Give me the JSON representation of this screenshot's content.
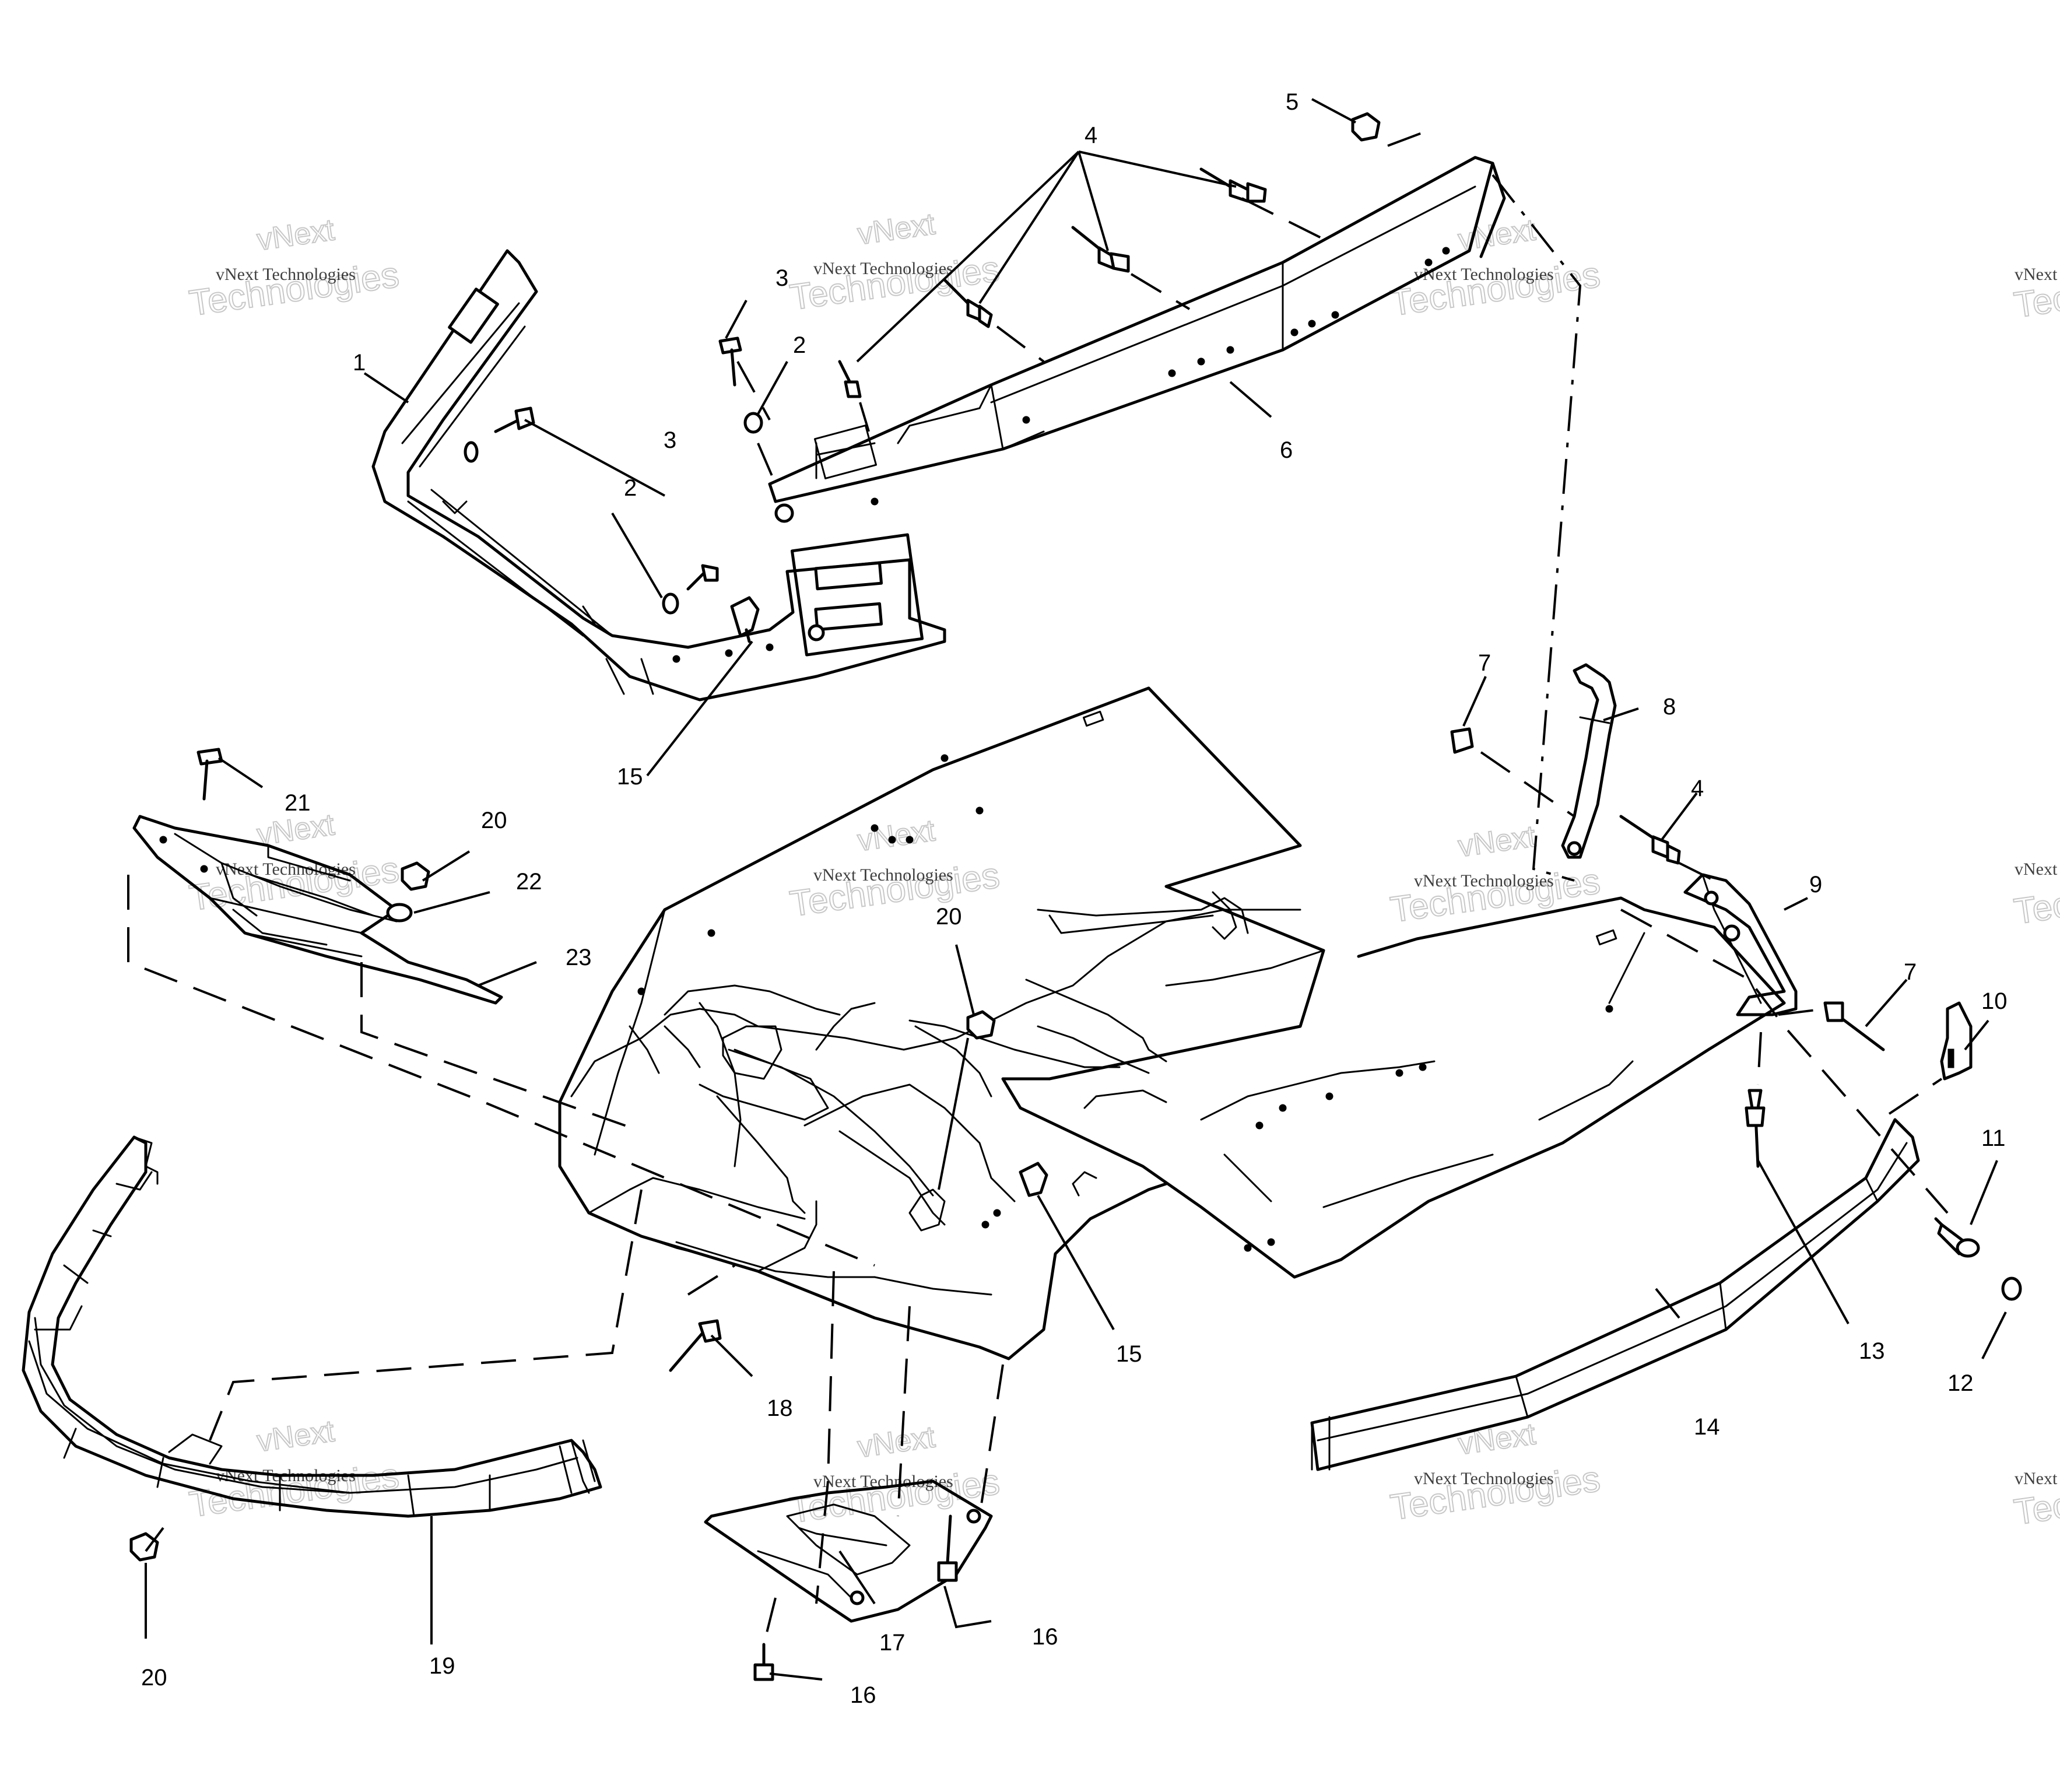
{
  "callouts": [
    "1",
    "2",
    "2",
    "3",
    "3",
    "4",
    "4",
    "5",
    "6",
    "7",
    "7",
    "8",
    "9",
    "10",
    "11",
    "12",
    "13",
    "14",
    "15",
    "15",
    "16",
    "16",
    "17",
    "18",
    "19",
    "20",
    "20",
    "20",
    "21",
    "22",
    "23"
  ],
  "watermark": {
    "line1": "vNext Technologies",
    "line2": "Technologies",
    "line3": "vNext"
  }
}
